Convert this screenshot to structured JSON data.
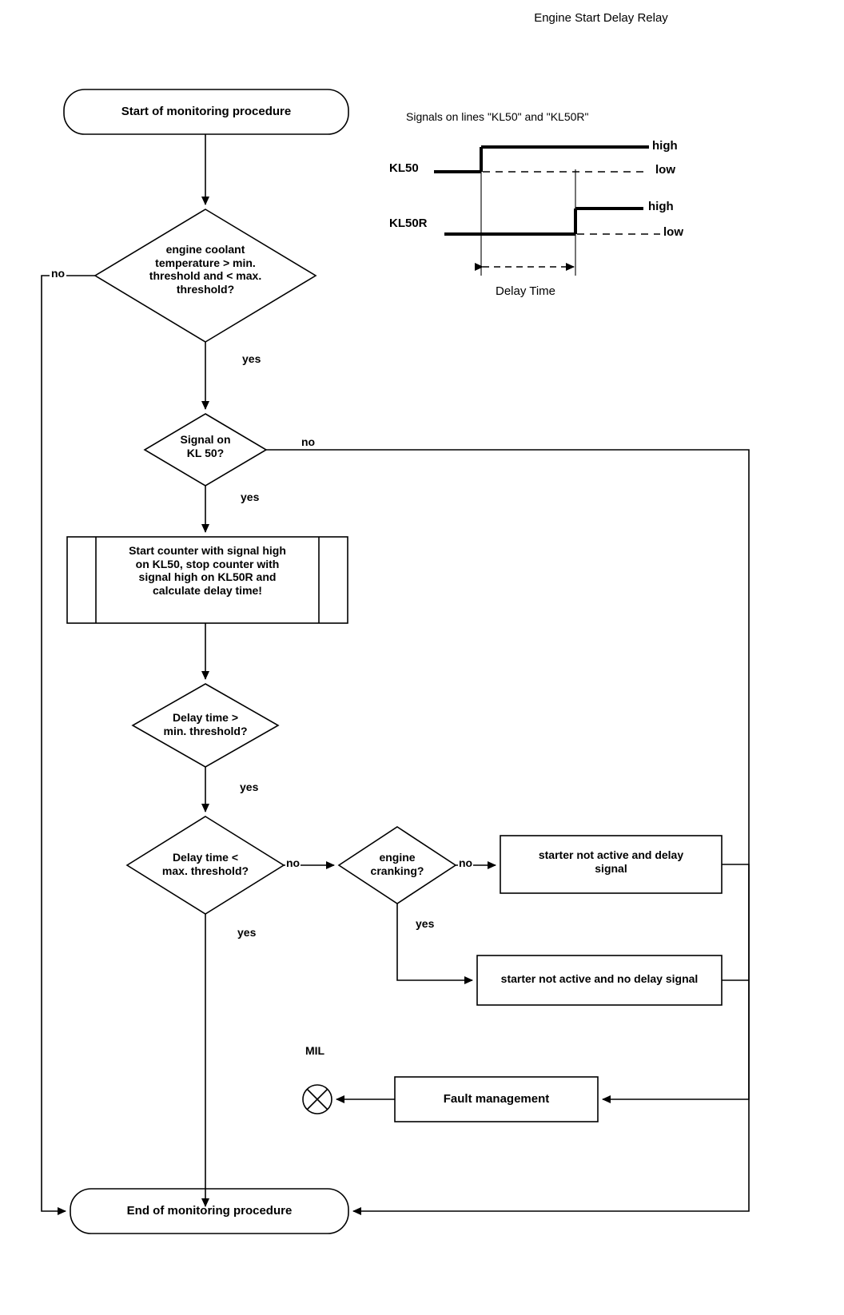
{
  "document": {
    "title": "Engine Start Delay Relay",
    "type": "flowchart-diagram"
  },
  "timing_diagram": {
    "caption": "Signals on lines \"KL50\" and \"KL50R\"",
    "signals": [
      {
        "name": "KL50",
        "high_label": "high",
        "low_label": "low",
        "initial_state": "low",
        "transition": "rises at t1, stays high"
      },
      {
        "name": "KL50R",
        "high_label": "high",
        "low_label": "low",
        "initial_state": "low",
        "transition": "rises at t2, stays high"
      }
    ],
    "measure_label": "Delay Time"
  },
  "nodes": {
    "start": "Start of monitoring procedure",
    "coolant": "engine coolant\ntemperature > min.\nthreshold and < max.\nthreshold?",
    "coolant_lines": [
      "engine coolant",
      "temperature > min.",
      "threshold and < max.",
      "threshold?"
    ],
    "signal_kl50_lines": [
      "Signal on",
      "KL 50?"
    ],
    "counter_lines": [
      "Start counter with signal high",
      "on KL50, stop counter with",
      "signal high on KL50R and",
      "calculate delay time!"
    ],
    "delay_min_lines": [
      "Delay time >",
      "min. threshold?"
    ],
    "delay_max_lines": [
      "Delay time <",
      "max. threshold?"
    ],
    "cranking_lines": [
      "engine",
      "cranking?"
    ],
    "starter_delay_lines": [
      "starter not active and delay",
      "signal"
    ],
    "starter_nodelay": "starter not active and no delay signal",
    "fault_management": "Fault management",
    "mil_label": "MIL",
    "end": "End of monitoring procedure"
  },
  "edge_labels": {
    "coolant_no": "no",
    "coolant_yes": "yes",
    "kl50_no": "no",
    "kl50_yes": "yes",
    "delay_min_yes": "yes",
    "delay_max_no": "no",
    "delay_max_yes": "yes",
    "cranking_no": "no",
    "cranking_yes": "yes"
  },
  "colors": {
    "stroke": "#000000",
    "fill": "#ffffff",
    "background": "#ffffff"
  }
}
